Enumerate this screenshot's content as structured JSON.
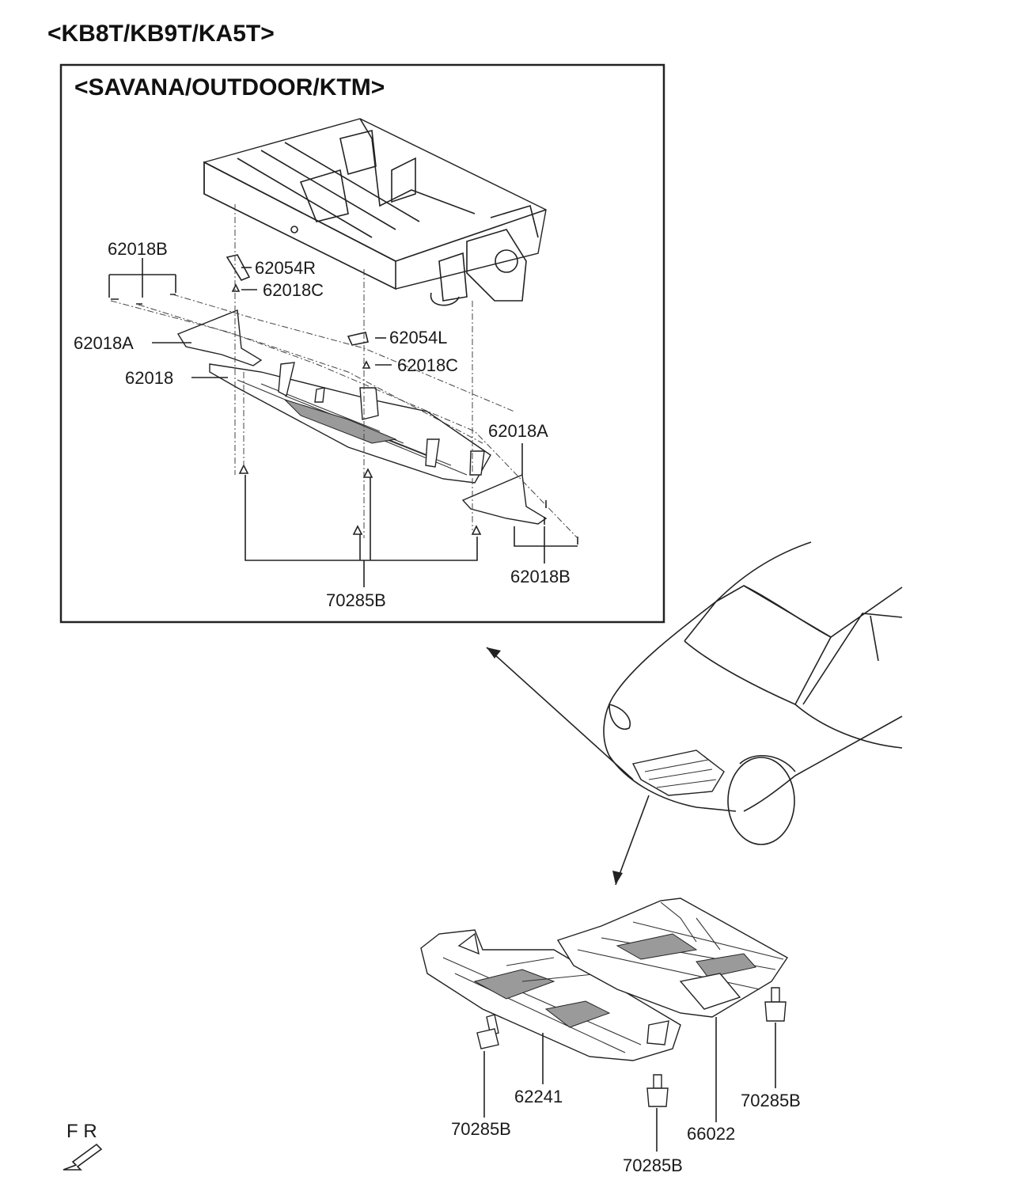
{
  "model_title": "<KB8T/KB9T/KA5T>",
  "variant_title": "<SAVANA/OUTDOOR/KTM>",
  "front_marker": "F R",
  "labels": {
    "p62018B_top": "62018B",
    "p62054R": "62054R",
    "p62018C_top": "62018C",
    "p62018A_left": "62018A",
    "p62054L": "62054L",
    "p62018": "62018",
    "p62018C_mid": "62018C",
    "p62018A_right": "62018A",
    "p62018B_bottom": "62018B",
    "p70285B_inset": "70285B",
    "p62241": "62241",
    "p66022": "66022",
    "p70285B_left": "70285B",
    "p70285B_center": "70285B",
    "p70285B_right": "70285B"
  }
}
